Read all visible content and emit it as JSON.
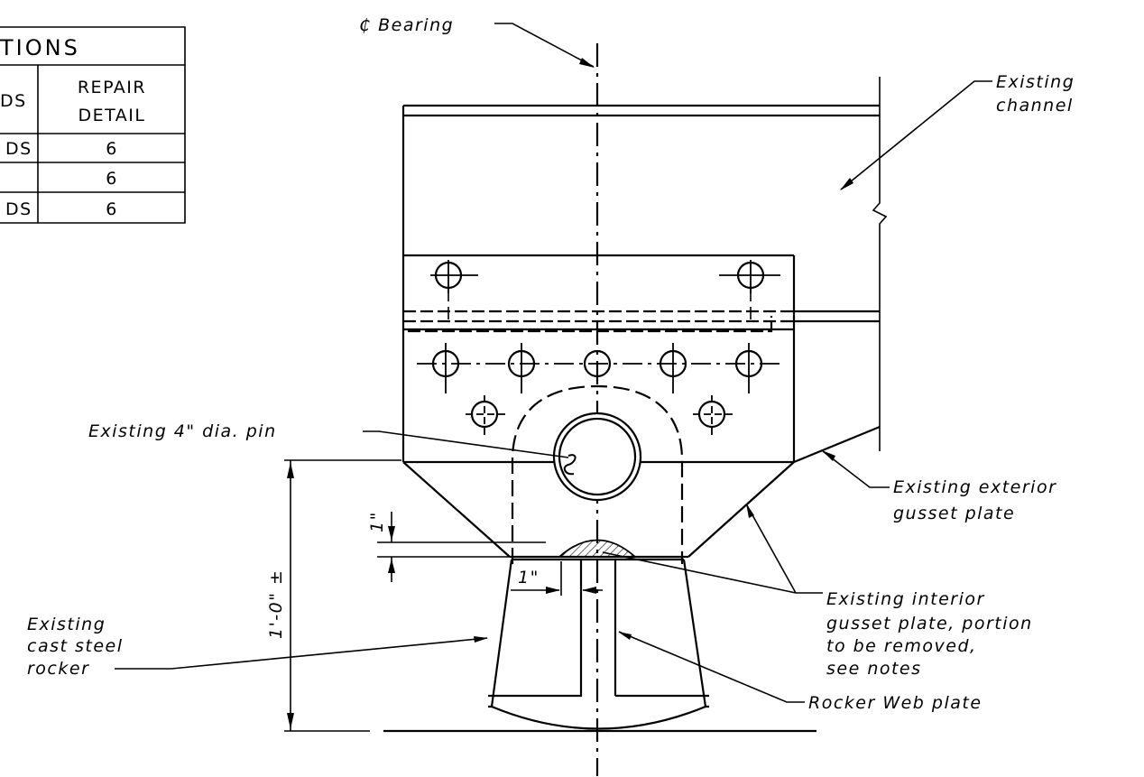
{
  "table": {
    "title": "TIONS",
    "headers": [
      "DS",
      "REPAIR DETAIL"
    ],
    "header_col1": "DS",
    "header_col2_line1": "REPAIR",
    "header_col2_line2": "DETAIL",
    "rows": [
      {
        "col1": "DS",
        "detail": "6"
      },
      {
        "col1": "",
        "detail": "6"
      },
      {
        "col1": "DS",
        "detail": "6"
      }
    ]
  },
  "labels": {
    "bearing_cl": "₵ Bearing",
    "existing_channel_1": "Existing",
    "existing_channel_2": "channel",
    "pin": "Existing 4\" dia. pin",
    "exterior_gusset_1": "Existing exterior",
    "exterior_gusset_2": "gusset plate",
    "interior_gusset_1": "Existing interior",
    "interior_gusset_2": "gusset plate, portion",
    "interior_gusset_3": "to be removed,",
    "interior_gusset_4": "see notes",
    "rocker_1": "Existing",
    "rocker_2": "cast steel",
    "rocker_3": "rocker",
    "web_plate": "Rocker Web plate"
  },
  "dimensions": {
    "vertical_1in": "1\"",
    "horizontal_1in": "1\"",
    "overall": "1'-0\" ±"
  }
}
